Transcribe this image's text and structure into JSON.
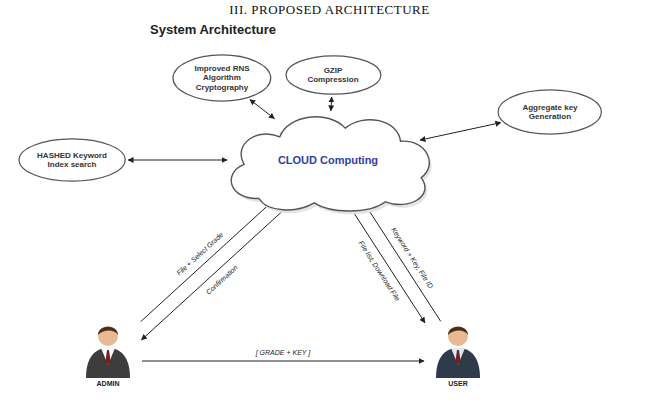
{
  "diagram": {
    "title": "III. PROPOSED ARCHITECTURE",
    "nodes": [
      {
        "text": [
          "Improved RNS Algorithm Cryptography"
        ]
      },
      {
        "text": [
          "GZIP Compression"
        ]
      },
      {
        "text": [
          "HASHED Keyword Index search"
        ]
      },
      {
        "text": [
          "Aggregate key Generation"
        ]
      },
      {
        "text": [
          "CLOUD Computing"
        ]
      },
      {
        "text": [
          "ADMIN"
        ]
      },
      {
        "text": [
          "USER"
        ]
      }
    ],
    "edges": [
      {
        "from": 2,
        "to": 4,
        "arrow": "both"
      },
      {
        "from": 0,
        "to": 4,
        "arrow": "both"
      },
      {
        "from": 1,
        "to": 4,
        "arrow": "both"
      },
      {
        "from": 3,
        "to": 4,
        "arrow": "both"
      },
      {
        "from": 5,
        "to": 4,
        "label": "File + Select Grade",
        "arrow": "to"
      },
      {
        "from": 4,
        "to": 5,
        "label": "Confirmation",
        "arrow": "to"
      },
      {
        "from": 6,
        "to": 4,
        "label": "Keyword + Key, File ID",
        "arrow": "to"
      },
      {
        "from": 4,
        "to": 6,
        "label": "File list, Download File",
        "arrow": "to"
      },
      {
        "from": 5,
        "to": 6,
        "label": "[ GRADE + KEY ]",
        "arrow": "to"
      }
    ],
    "labels": [
      "System Architecture"
    ]
  }
}
